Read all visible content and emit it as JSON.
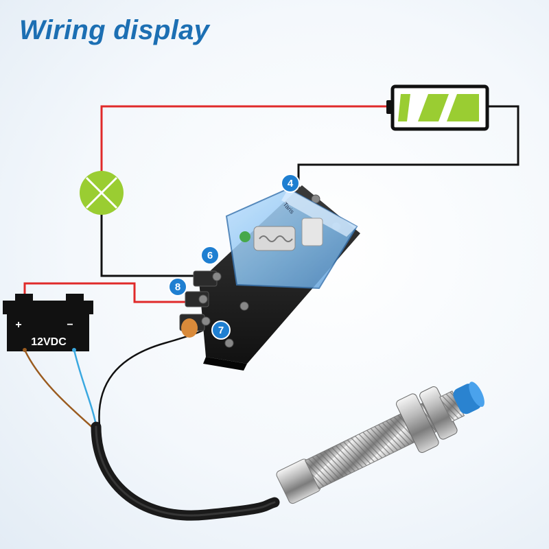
{
  "title": "Wiring display",
  "pins": [
    "4",
    "6",
    "8",
    "7"
  ],
  "power_supply": {
    "label": "12VDC",
    "positive": "+",
    "negative": "−"
  },
  "relay_brand": "Taris",
  "colors": {
    "title": "#1c6fb3",
    "red_wire": "#e02a2a",
    "black_wire": "#111111",
    "brown_wire": "#9a5b1f",
    "blue_wire": "#3aa8e0",
    "lamp": "#9acd32",
    "battery_charge": "#9acd32",
    "pin_badge": "#1f7fd1"
  },
  "icons": [
    "battery-icon",
    "lamp-icon",
    "dc-supply-icon",
    "relay-icon",
    "inductive-sensor-icon"
  ]
}
